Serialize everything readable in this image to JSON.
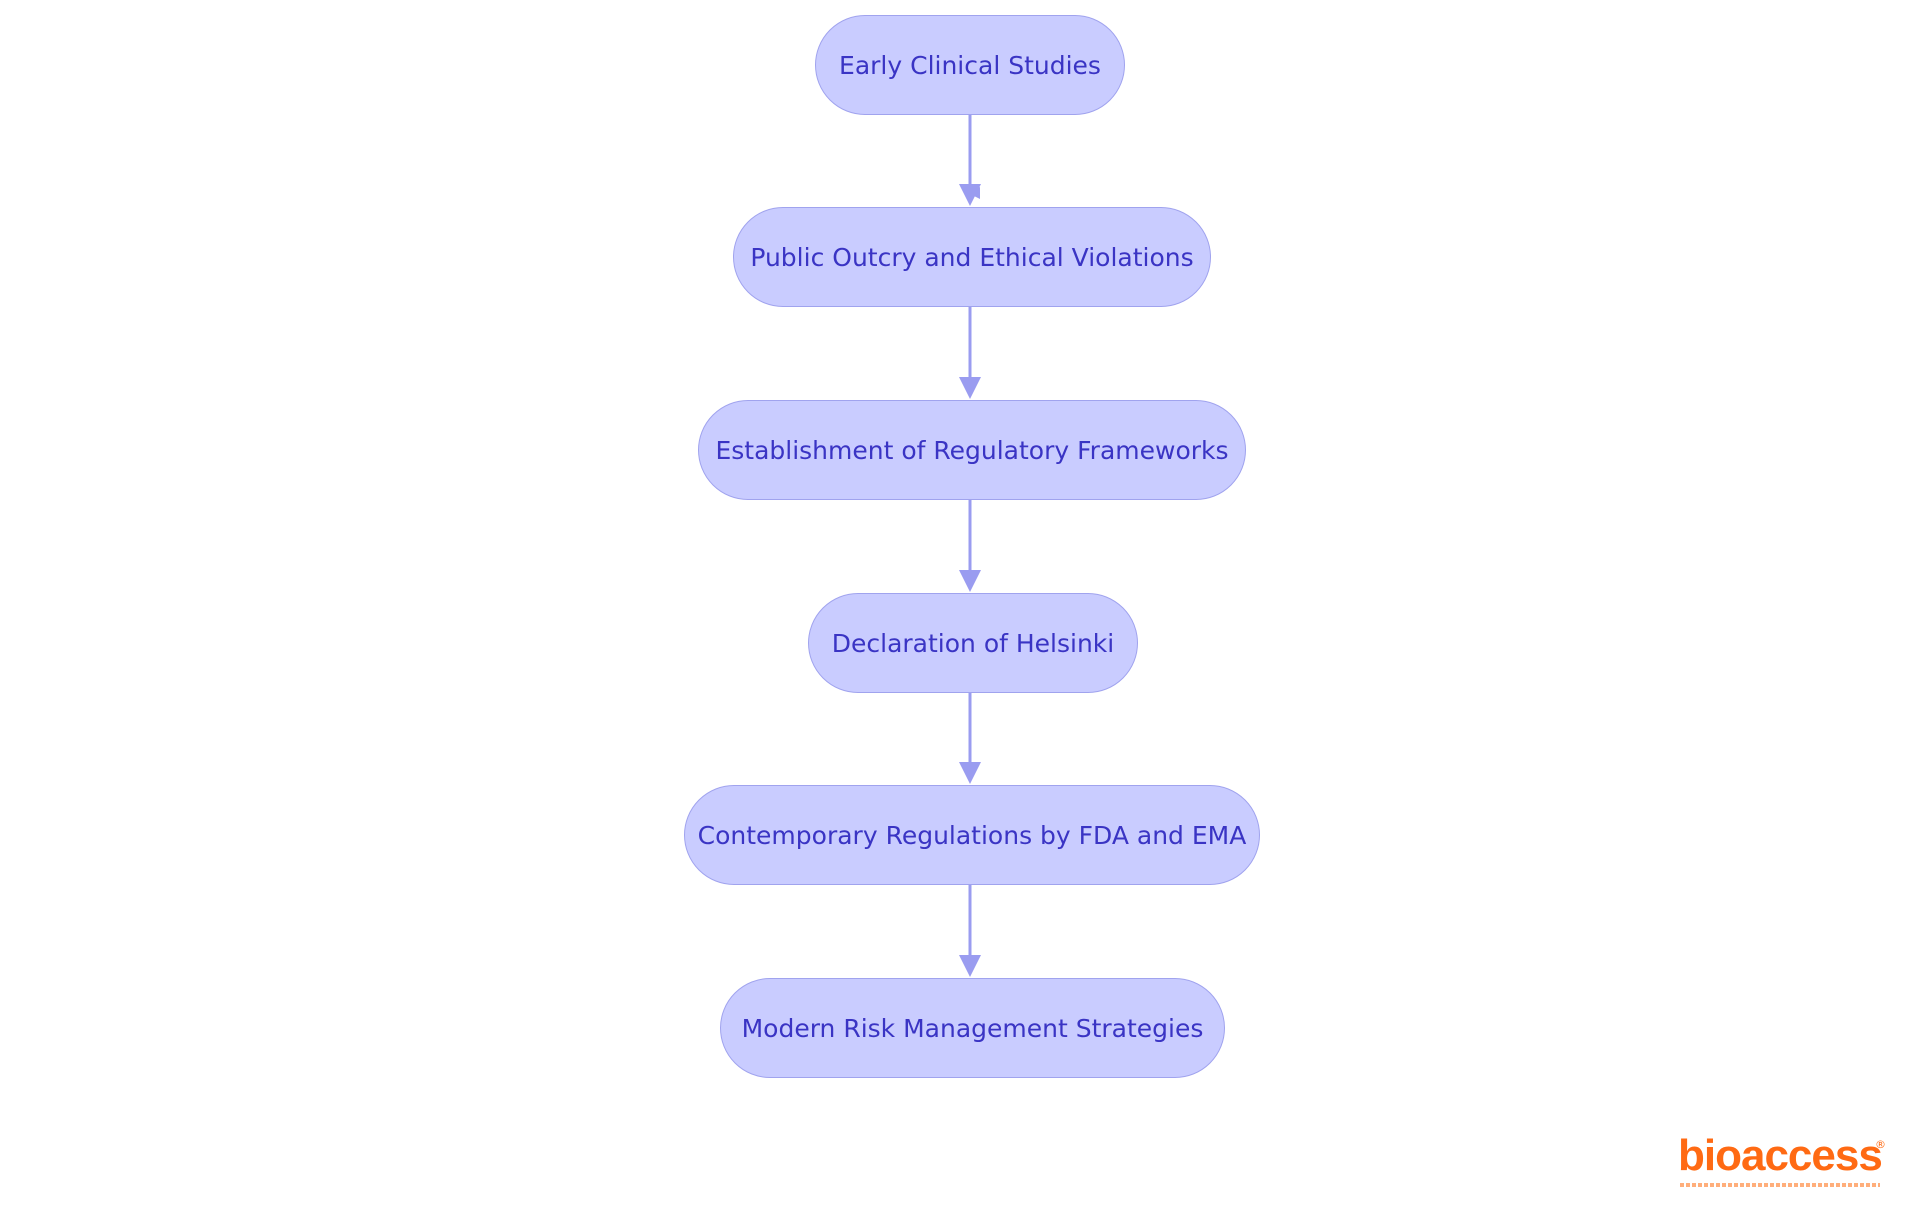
{
  "diagram": {
    "nodes": [
      {
        "id": "n1",
        "label": "Early Clinical Studies"
      },
      {
        "id": "n2",
        "label": "Public Outcry and Ethical Violations"
      },
      {
        "id": "n3",
        "label": "Establishment of Regulatory Frameworks"
      },
      {
        "id": "n4",
        "label": "Declaration of Helsinki"
      },
      {
        "id": "n5",
        "label": "Contemporary Regulations by FDA and EMA"
      },
      {
        "id": "n6",
        "label": "Modern Risk Management Strategies"
      }
    ],
    "edges": [
      {
        "from": "n1",
        "to": "n2"
      },
      {
        "from": "n2",
        "to": "n3"
      },
      {
        "from": "n3",
        "to": "n4"
      },
      {
        "from": "n4",
        "to": "n5"
      },
      {
        "from": "n5",
        "to": "n6"
      }
    ]
  },
  "colors": {
    "node_fill": "#c9ccff",
    "node_border": "#a0a3ee",
    "node_text": "#3a34c4",
    "arrow": "#9a9cf0",
    "brand": "#ff6a13"
  },
  "brand": {
    "logo_text": "bioaccess",
    "logo_mark": "®"
  }
}
